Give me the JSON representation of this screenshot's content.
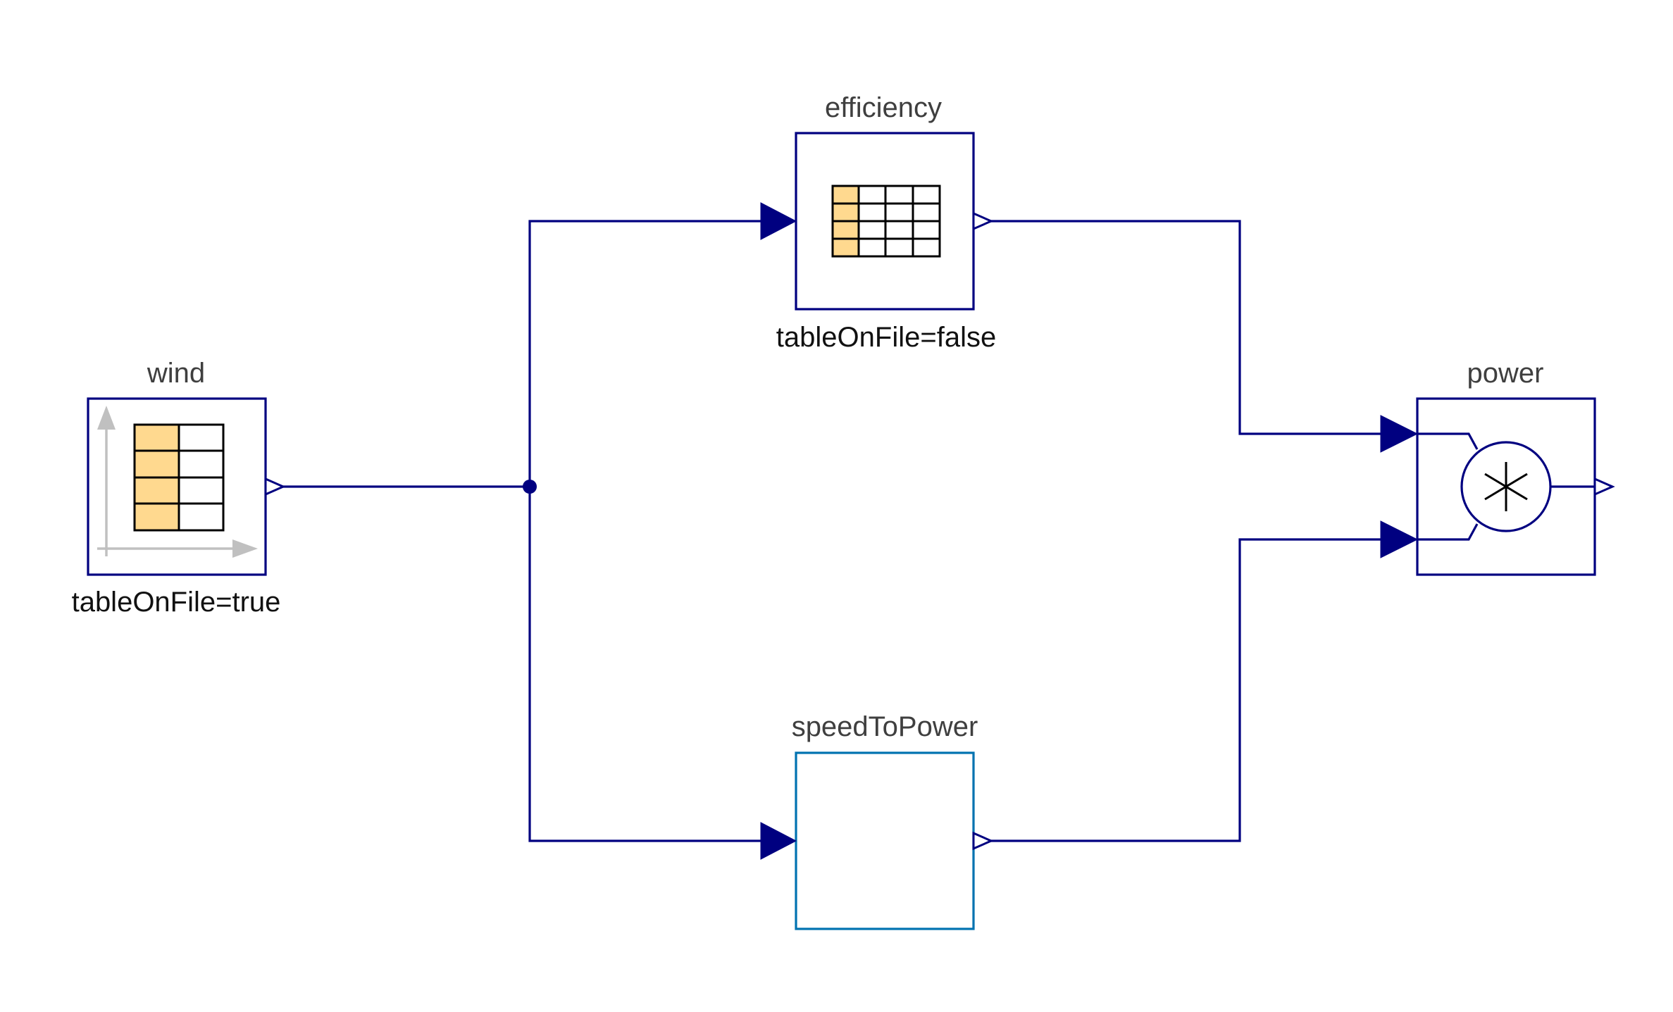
{
  "colors": {
    "wire": "#000080",
    "block_border": "#000080",
    "highlight_border": "#0072b0",
    "table_fill": "#ffd98f",
    "axis": "#c0c0c0"
  },
  "blocks": {
    "wind": {
      "name": "wind",
      "param": "tableOnFile=true",
      "icon": "table-with-axes-icon"
    },
    "efficiency": {
      "name": "efficiency",
      "param": "tableOnFile=false",
      "icon": "table-grid-icon"
    },
    "power": {
      "name": "power",
      "icon": "product-icon"
    },
    "speedToPower": {
      "name": "speedToPower"
    }
  }
}
